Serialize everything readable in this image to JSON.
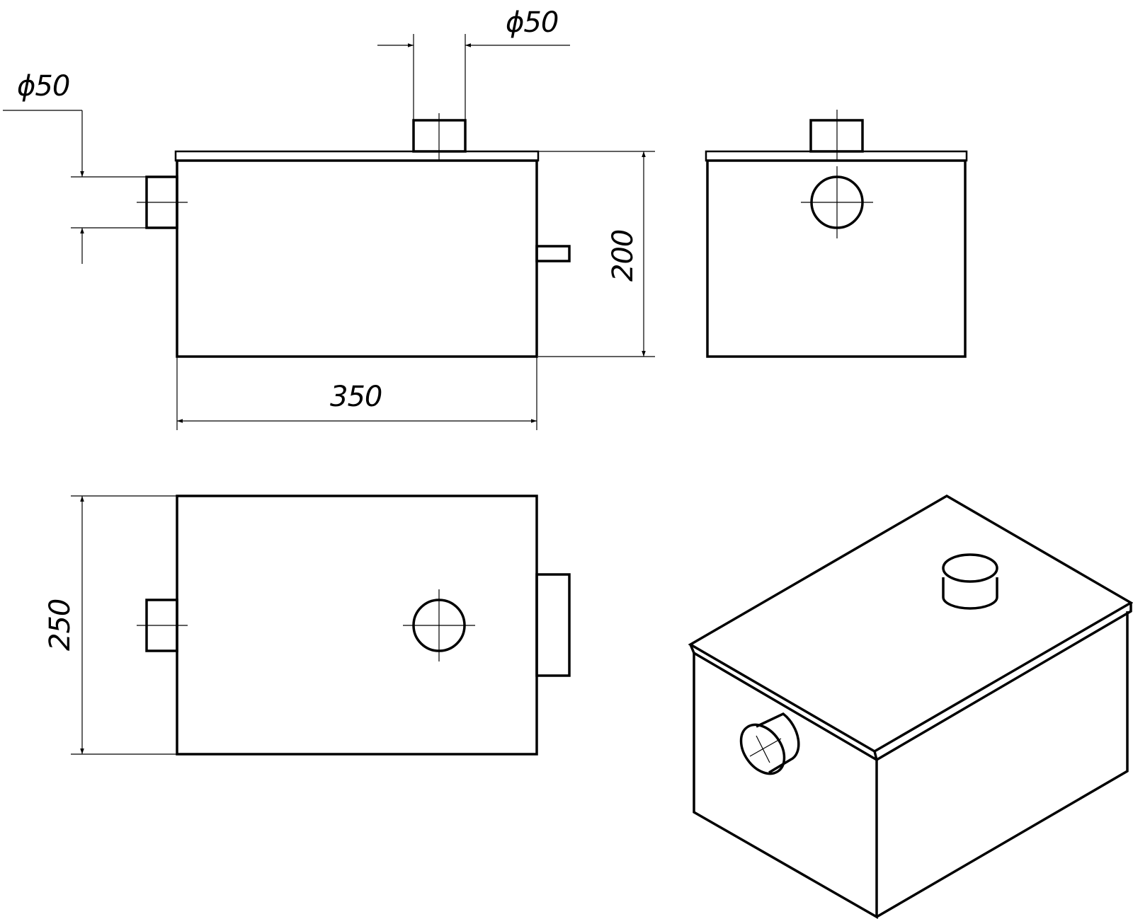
{
  "dimensions": {
    "diam_top": "ϕ50",
    "diam_left": "ϕ50",
    "height": "200",
    "length": "350",
    "width": "250"
  },
  "colors": {
    "line": "#000000",
    "background": "#ffffff"
  }
}
